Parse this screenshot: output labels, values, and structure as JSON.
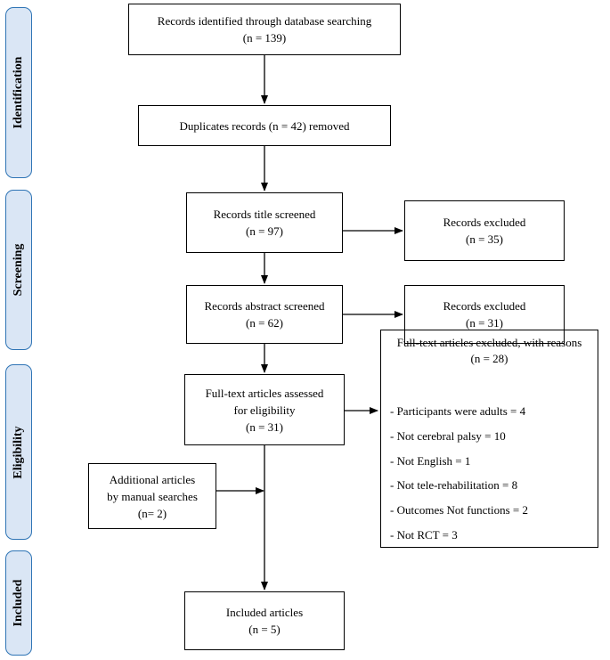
{
  "stages": {
    "identification": "Identification",
    "screening": "Screening",
    "eligibility": "Eligibility",
    "included": "Included"
  },
  "boxes": {
    "identified": {
      "line1": "Records identified through database searching",
      "line2": "(n = 139)"
    },
    "duplicates": {
      "line1": "Duplicates records (n = 42) removed"
    },
    "title_screened": {
      "line1": "Records title screened",
      "line2": "(n = 97)"
    },
    "title_excluded": {
      "line1": "Records excluded",
      "line2": "(n = 35)"
    },
    "abstract_screened": {
      "line1": "Records abstract screened",
      "line2": "(n = 62)"
    },
    "abstract_excluded": {
      "line1": "Records excluded",
      "line2": "(n = 31)"
    },
    "fulltext_assessed": {
      "line1": "Full-text articles assessed",
      "line2": "for eligibility",
      "line3": "(n = 31)"
    },
    "additional": {
      "line1": "Additional articles",
      "line2": "by manual searches",
      "line3": "(n= 2)"
    },
    "included": {
      "line1": "Included articles",
      "line2": "(n = 5)"
    }
  },
  "fulltext_excluded": {
    "title": "Full-text articles excluded, with reasons",
    "count": "(n = 28)",
    "reasons": [
      "- Participants were adults = 4",
      "- Not cerebral palsy = 10",
      "- Not English = 1",
      "- Not tele-rehabilitation = 8",
      "- Outcomes Not functions = 2",
      "- Not RCT = 3"
    ]
  },
  "colors": {
    "stage_fill": "#dae6f5",
    "stage_border": "#2e74b5",
    "line": "#000000"
  }
}
